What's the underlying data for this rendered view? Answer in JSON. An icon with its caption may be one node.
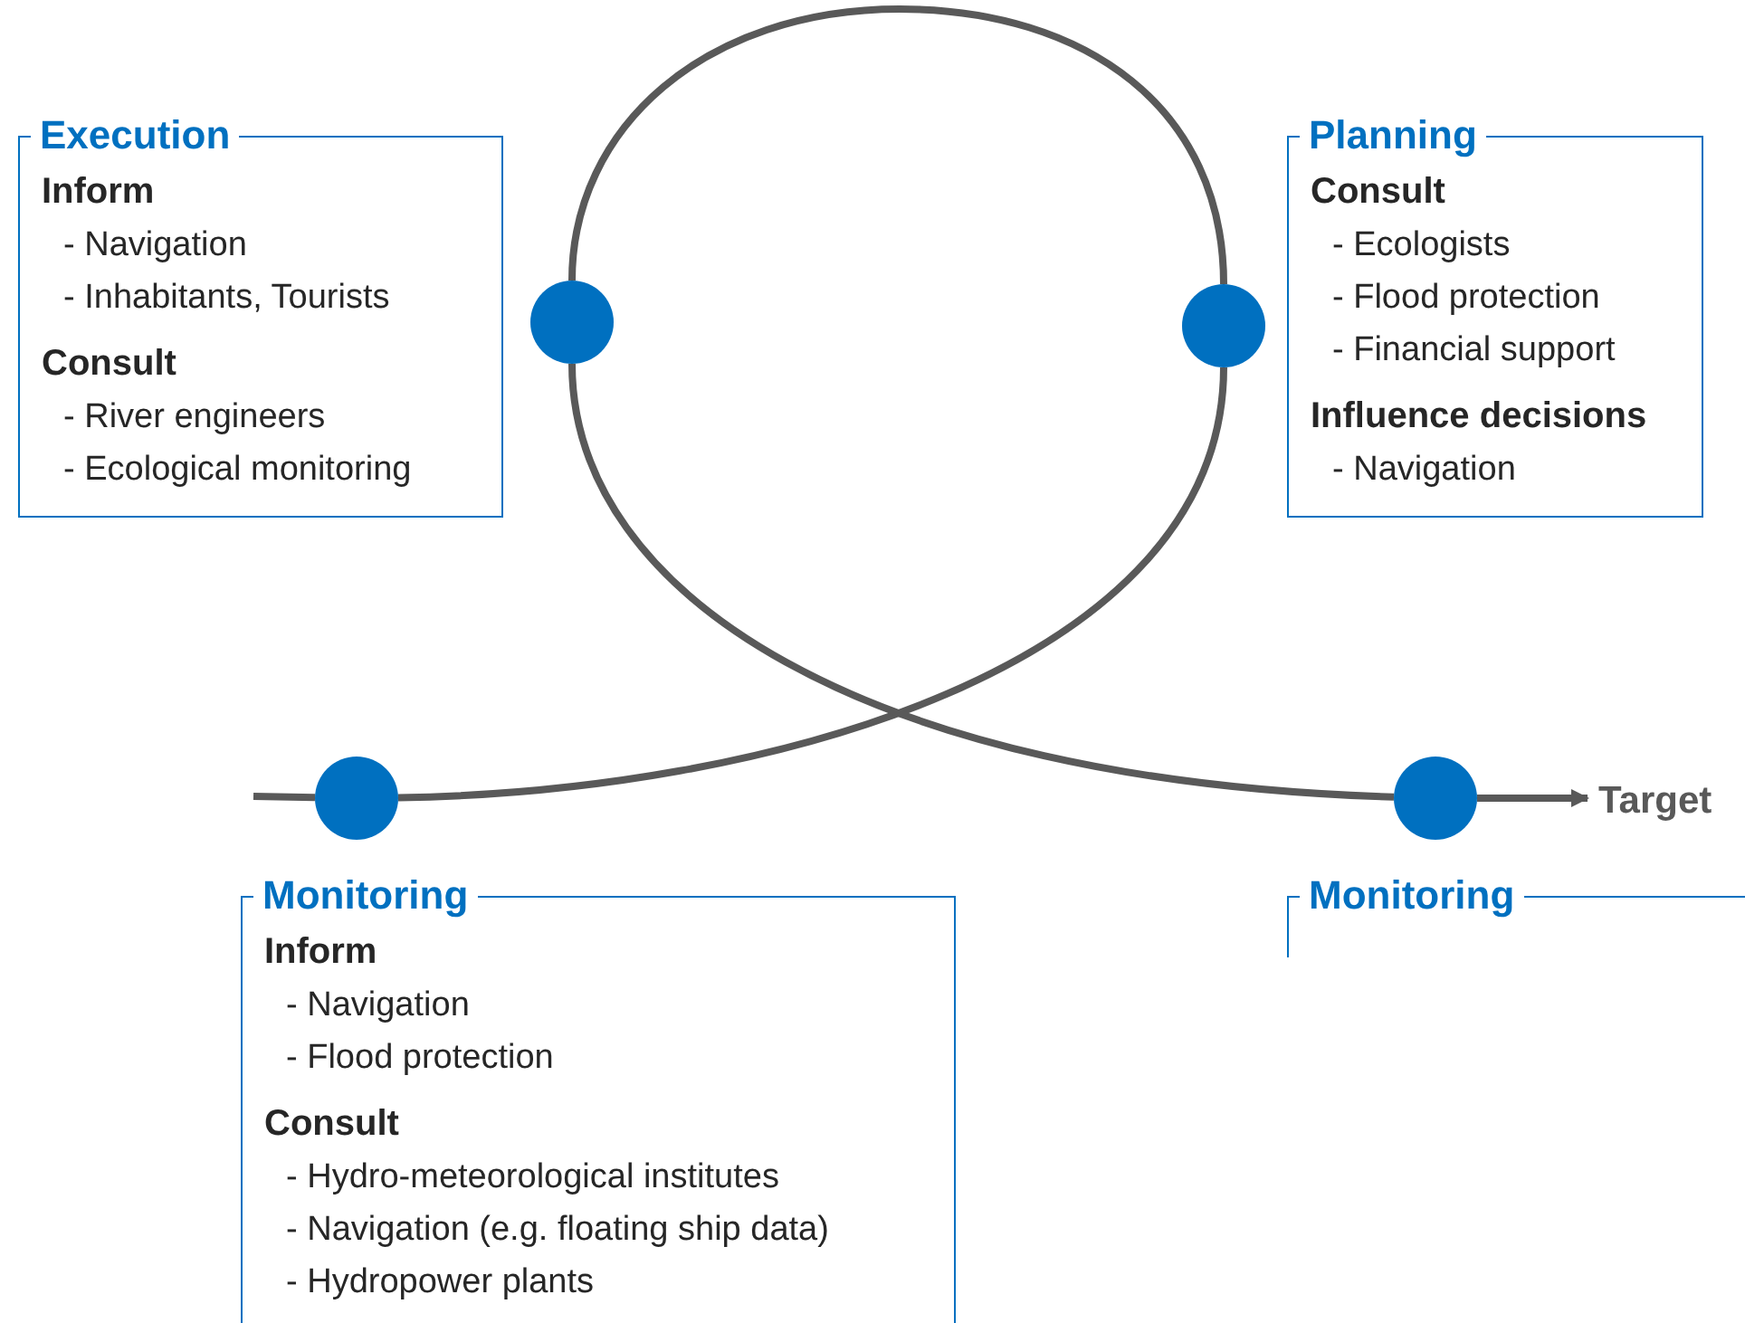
{
  "diagram": {
    "nodes": [
      {
        "text": [
          "Execution",
          "Inform",
          "- Navigation",
          "- Inhabitants, Tourists",
          "Consult",
          "- River engineers",
          "- Ecological monitoring"
        ]
      },
      {
        "text": [
          "Planning",
          "Consult",
          "- Ecologists",
          "- Flood protection",
          "- Financial support",
          "Influence decisions",
          "- Navigation"
        ]
      },
      {
        "text": [],
        "shape": "circle"
      },
      {
        "text": [],
        "shape": "circle"
      },
      {
        "text": [],
        "shape": "circle"
      },
      {
        "text": [],
        "shape": "circle"
      },
      {
        "text": [
          "Target"
        ]
      },
      {
        "text": [
          "Monitoring",
          "Inform",
          "- Navigation",
          "- Flood protection",
          "Consult",
          "- Hydro-meteorological institutes",
          "- Navigation (e.g. floating ship data)",
          "- Hydropower plants"
        ]
      },
      {
        "text": [
          "Monitoring"
        ]
      }
    ],
    "edges": [
      {
        "from": null,
        "to": 4,
        "arrow": "none"
      },
      {
        "from": 4,
        "to": 3,
        "arrow": "none"
      },
      {
        "from": 3,
        "to": 2,
        "arrow": "none"
      },
      {
        "from": 2,
        "to": 5,
        "arrow": "none"
      },
      {
        "from": 5,
        "to": 6,
        "arrow": "to"
      }
    ]
  }
}
